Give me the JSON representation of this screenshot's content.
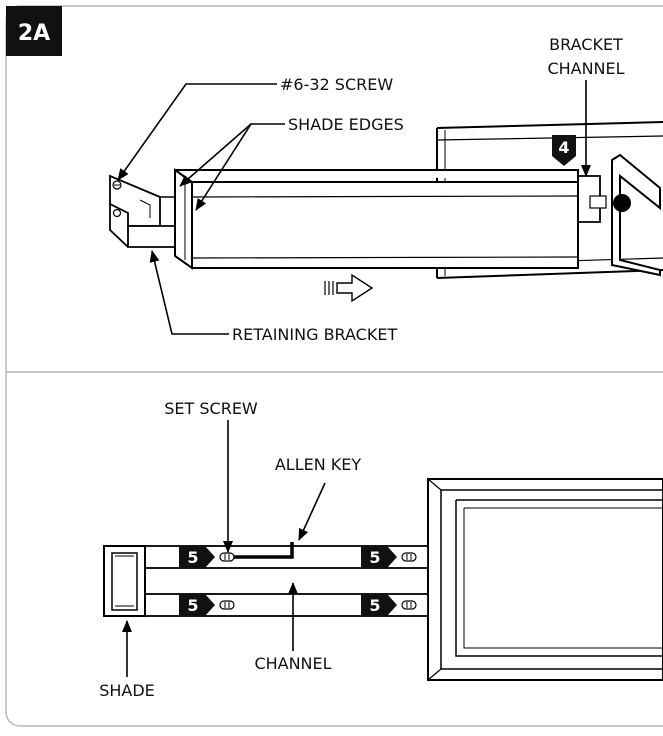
{
  "figure_id": "2A",
  "labels": {
    "screw": "#6-32 SCREW",
    "shade_edges": "SHADE EDGES",
    "bracket_channel_line1": "BRACKET",
    "bracket_channel_line2": "CHANNEL",
    "retaining_bracket": "RETAINING BRACKET",
    "set_screw": "SET SCREW",
    "allen_key": "ALLEN KEY",
    "channel": "CHANNEL",
    "shade": "SHADE"
  },
  "steps": {
    "top": "4",
    "bottom": [
      "5",
      "5",
      "5",
      "5"
    ]
  }
}
